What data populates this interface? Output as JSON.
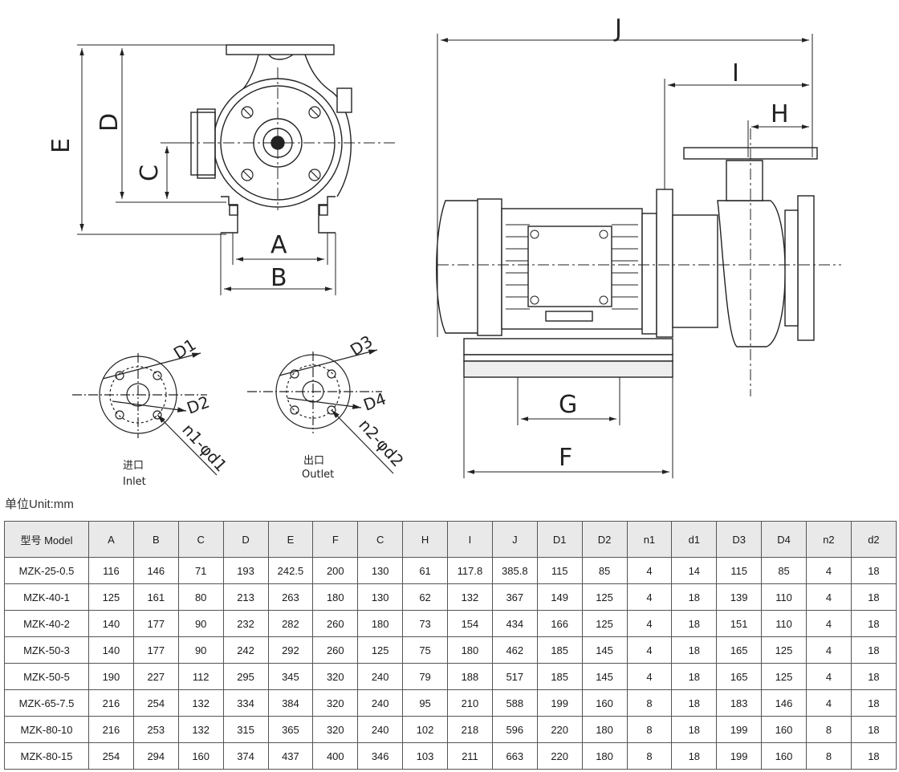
{
  "labels": {
    "dims": {
      "J": "J",
      "I": "I",
      "H": "H",
      "E": "E",
      "D": "D",
      "C": "C",
      "A": "A",
      "B": "B",
      "G": "G",
      "F": "F",
      "D1": "D1",
      "D2": "D2",
      "D3": "D3",
      "D4": "D4",
      "n1d1": "n1-φd1",
      "n2d2": "n2-φd2"
    },
    "inlet_cn": "进口",
    "inlet_en": "Inlet",
    "outlet_cn": "出口",
    "outlet_en": "Outlet",
    "unit": "单位Unit:mm"
  },
  "table": {
    "headers": [
      "型号 Model",
      "A",
      "B",
      "C",
      "D",
      "E",
      "F",
      "C",
      "H",
      "I",
      "J",
      "D1",
      "D2",
      "n1",
      "d1",
      "D3",
      "D4",
      "n2",
      "d2"
    ],
    "rows": [
      [
        "MZK-25-0.5",
        "116",
        "146",
        "71",
        "193",
        "242.5",
        "200",
        "130",
        "61",
        "117.8",
        "385.8",
        "115",
        "85",
        "4",
        "14",
        "115",
        "85",
        "4",
        "18"
      ],
      [
        "MZK-40-1",
        "125",
        "161",
        "80",
        "213",
        "263",
        "180",
        "130",
        "62",
        "132",
        "367",
        "149",
        "125",
        "4",
        "18",
        "139",
        "110",
        "4",
        "18"
      ],
      [
        "MZK-40-2",
        "140",
        "177",
        "90",
        "232",
        "282",
        "260",
        "180",
        "73",
        "154",
        "434",
        "166",
        "125",
        "4",
        "18",
        "151",
        "110",
        "4",
        "18"
      ],
      [
        "MZK-50-3",
        "140",
        "177",
        "90",
        "242",
        "292",
        "260",
        "125",
        "75",
        "180",
        "462",
        "185",
        "145",
        "4",
        "18",
        "165",
        "125",
        "4",
        "18"
      ],
      [
        "MZK-50-5",
        "190",
        "227",
        "112",
        "295",
        "345",
        "320",
        "240",
        "79",
        "188",
        "517",
        "185",
        "145",
        "4",
        "18",
        "165",
        "125",
        "4",
        "18"
      ],
      [
        "MZK-65-7.5",
        "216",
        "254",
        "132",
        "334",
        "384",
        "320",
        "240",
        "95",
        "210",
        "588",
        "199",
        "160",
        "8",
        "18",
        "183",
        "146",
        "4",
        "18"
      ],
      [
        "MZK-80-10",
        "216",
        "253",
        "132",
        "315",
        "365",
        "320",
        "240",
        "102",
        "218",
        "596",
        "220",
        "180",
        "8",
        "18",
        "199",
        "160",
        "8",
        "18"
      ],
      [
        "MZK-80-15",
        "254",
        "294",
        "160",
        "374",
        "437",
        "400",
        "346",
        "103",
        "211",
        "663",
        "220",
        "180",
        "8",
        "18",
        "199",
        "160",
        "8",
        "18"
      ]
    ]
  }
}
